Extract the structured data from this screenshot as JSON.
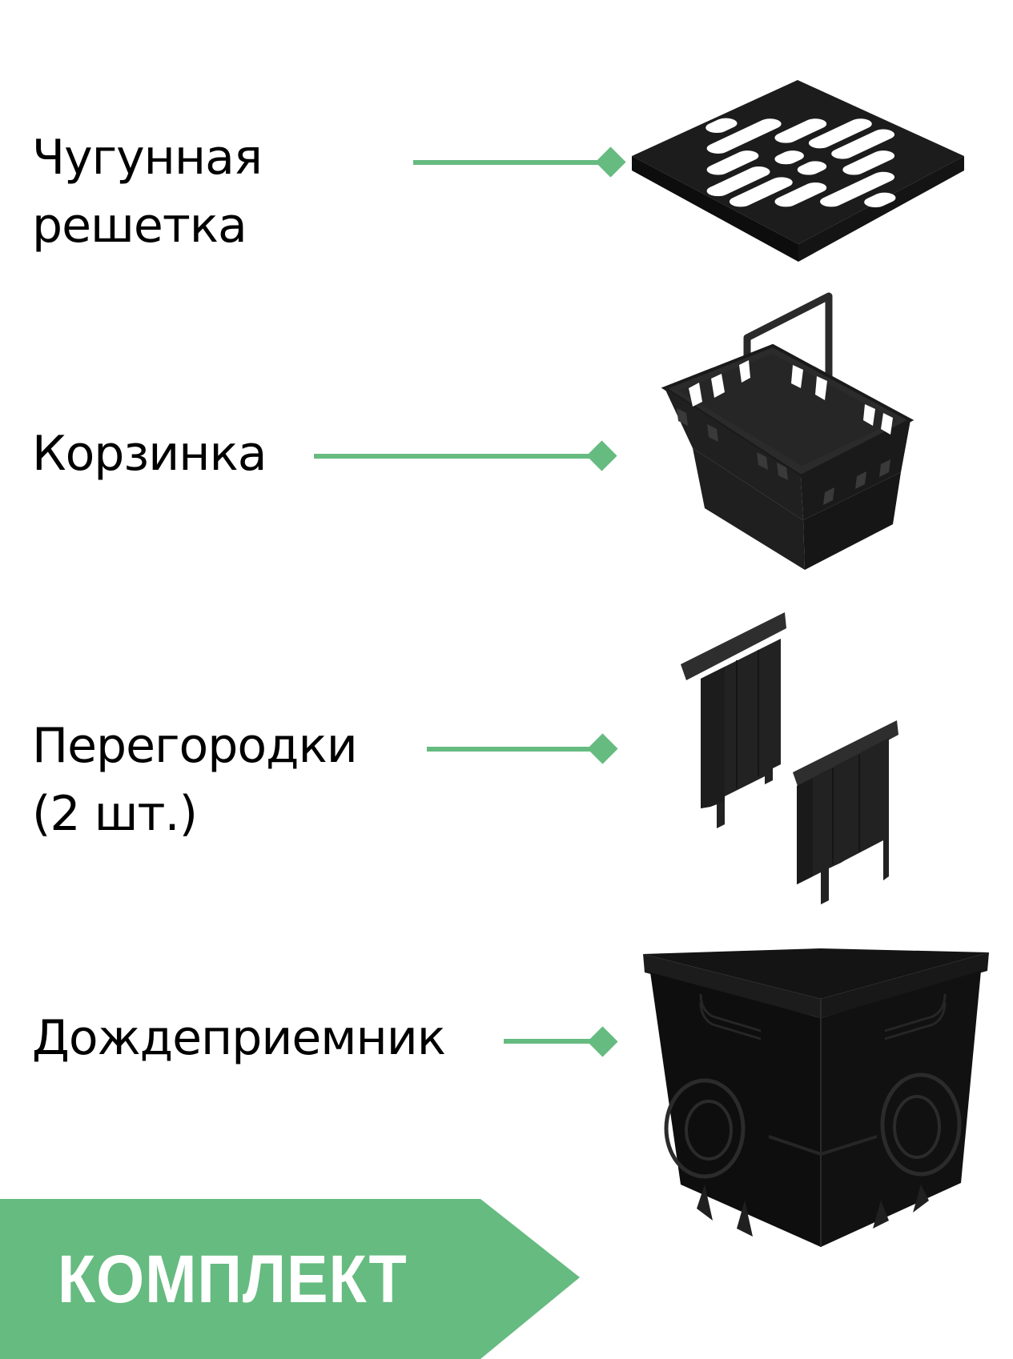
{
  "theme": {
    "accent": "#66bb80",
    "text": "#000000",
    "product": "#1e1e1e",
    "background": "#ffffff"
  },
  "items": [
    {
      "label_lines": [
        "Чугунная",
        "решетка"
      ],
      "product_icon": "cast-iron-grate-icon"
    },
    {
      "label_lines": [
        "Корзинка"
      ],
      "product_icon": "basket-icon"
    },
    {
      "label_lines": [
        "Перегородки",
        "(2 шт.)"
      ],
      "product_icon": "dividers-icon"
    },
    {
      "label_lines": [
        "Дождеприемник"
      ],
      "product_icon": "rain-inlet-box-icon"
    }
  ],
  "banner": {
    "label": "КОМПЛЕКТ",
    "shape": "arrow-right"
  }
}
